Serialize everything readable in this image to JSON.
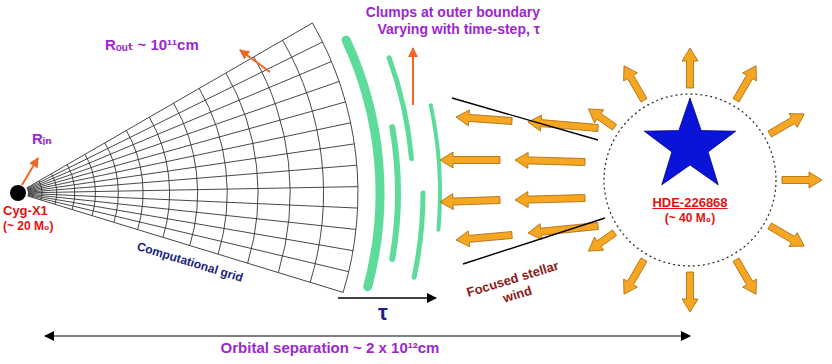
{
  "diagram": {
    "nodes": [
      {
        "text": [
          "Cyg-X1",
          "(~ 20 M₀)"
        ]
      },
      {
        "text": [
          "HDE-226868",
          "(~ 40 M₀)"
        ]
      }
    ],
    "labels": [
      "Clumps at outer boundary Varying with time-step, τ",
      "Rₒᵤₜ ~ 10¹¹cm",
      "Rᵢₙ",
      "Computational grid",
      "τ",
      "Focused stellar wind",
      "Orbital separation ~ 2 x 10¹²cm"
    ]
  }
}
